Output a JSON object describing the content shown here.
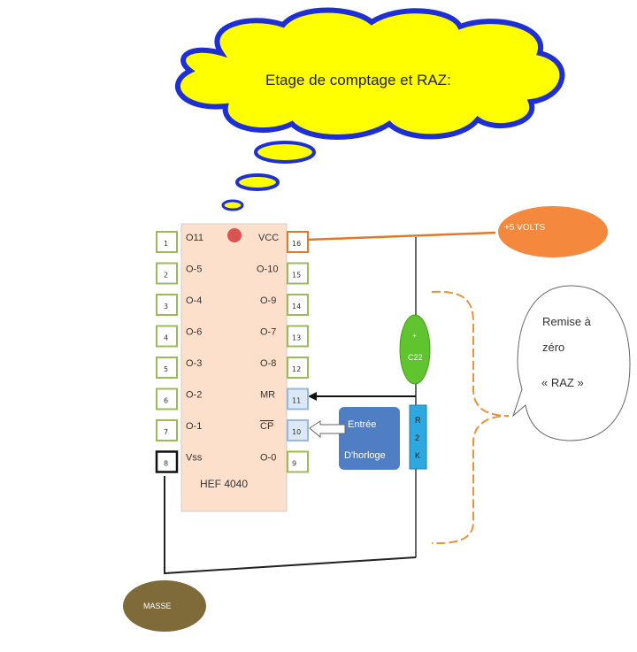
{
  "title": "Etage de comptage et RAZ:",
  "chip": {
    "name": "HEF 4040",
    "left_pins": [
      {
        "num": "1",
        "label": "O11"
      },
      {
        "num": "2",
        "label": "O-5"
      },
      {
        "num": "3",
        "label": "O-4"
      },
      {
        "num": "4",
        "label": "O-6"
      },
      {
        "num": "5",
        "label": "O-3"
      },
      {
        "num": "6",
        "label": "O-2"
      },
      {
        "num": "7",
        "label": "O-1"
      },
      {
        "num": "8",
        "label": "Vss"
      }
    ],
    "right_pins": [
      {
        "num": "16",
        "label": "VCC"
      },
      {
        "num": "15",
        "label": "O-10"
      },
      {
        "num": "14",
        "label": "O-9"
      },
      {
        "num": "13",
        "label": "O-7"
      },
      {
        "num": "12",
        "label": "O-8"
      },
      {
        "num": "11",
        "label": "MR"
      },
      {
        "num": "10",
        "label": "CP"
      },
      {
        "num": "9",
        "label": "O-0"
      }
    ]
  },
  "supply": "+5 VOLTS",
  "ground": "MASSE",
  "capacitor": {
    "plus": "+",
    "label": "C22"
  },
  "resistor": "R 2 K",
  "clock": {
    "line1": "Entrée",
    "line2": "D'horloge"
  },
  "callout": {
    "line1": "Remise à",
    "line2": "zéro",
    "line3": "« RAZ »"
  },
  "colors": {
    "cloud_fill": "#ffff00",
    "cloud_stroke": "#1f2fd6",
    "chip_fill": "#fde0cc",
    "pin_border": "#9bbb59",
    "supply_fill": "#f4883c",
    "ground_fill": "#7f6b3a",
    "capacitor_fill": "#5fc42e",
    "resistor_fill": "#2ea8e0",
    "clock_fill": "#4f7ec4",
    "brace": "#e8923c"
  }
}
